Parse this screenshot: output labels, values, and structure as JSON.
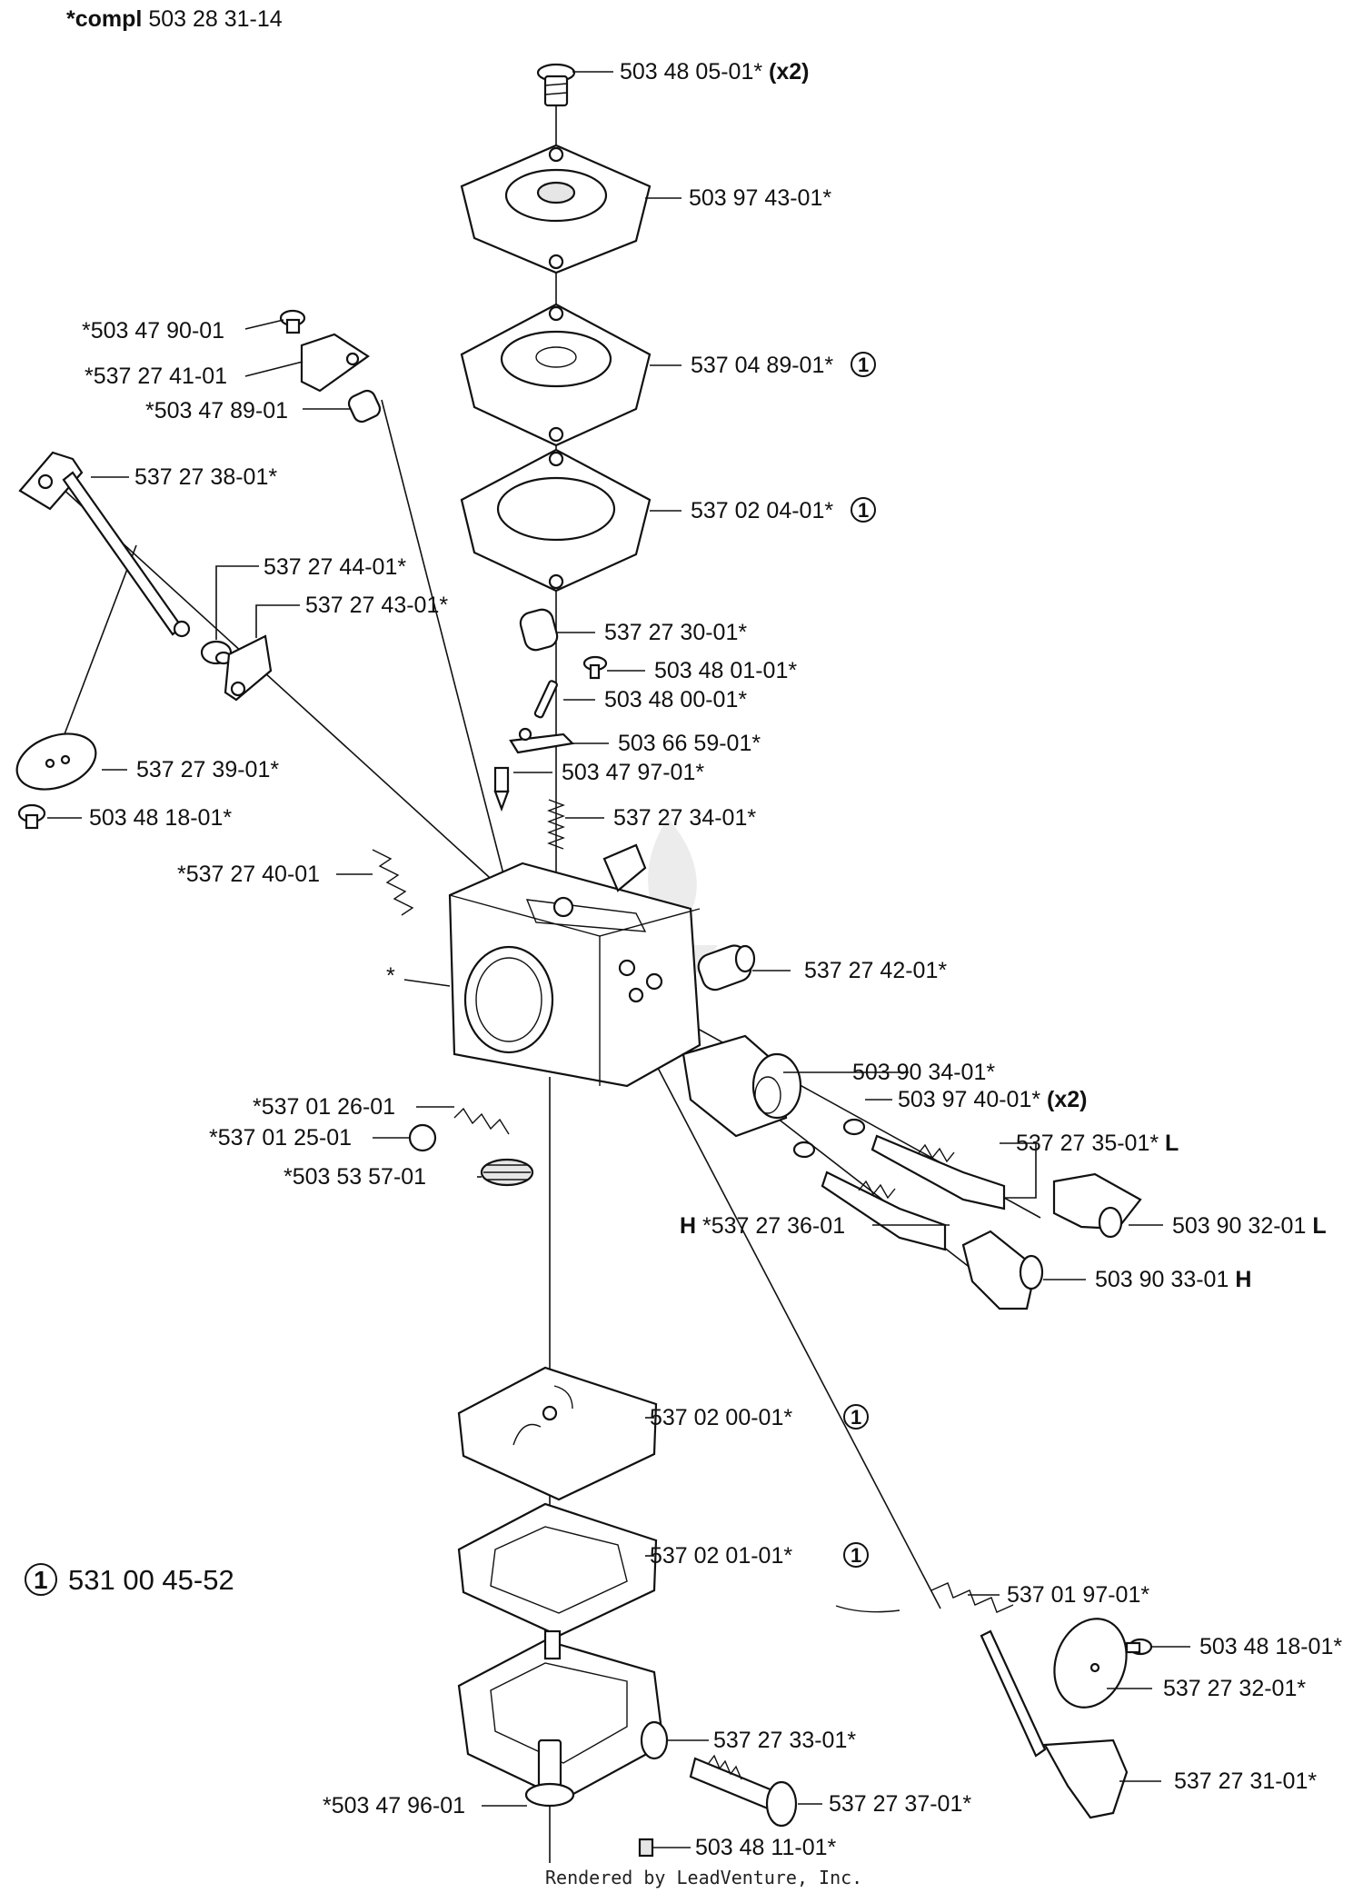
{
  "header": {
    "compl_prefix": "*compl",
    "compl_number": "503 28 31-14"
  },
  "footer": {
    "rendered_by": "Rendered by LeadVenture, Inc."
  },
  "legend": {
    "marker": "1",
    "kit_number": "531 00 45-52"
  },
  "labels": {
    "l01": "503 48 05-01*",
    "l01s": "(x2)",
    "l02": "503 97 43-01*",
    "l03": "*503 47 90-01",
    "l04": "*537 27 41-01",
    "l05": "537 04 89-01*",
    "l06": "*503 47 89-01",
    "l07": "537 27 38-01*",
    "l08": "537 02 04-01*",
    "l09": "537 27 44-01*",
    "l10": "537 27 43-01*",
    "l11": "537 27 30-01*",
    "l12": "503 48 01-01*",
    "l13": "503 48 00-01*",
    "l14": "503 66 59-01*",
    "l15": "537 27 39-01*",
    "l16": "503 47 97-01*",
    "l17": "503 48 18-01*",
    "l18": "537 27 34-01*",
    "l19": "*537 27 40-01",
    "l20": "537 27 42-01*",
    "l21": "*",
    "l22": "503 90 34-01*",
    "l23": "503 97 40-01*",
    "l23s": "(x2)",
    "l24": "*537 01 26-01",
    "l25": "*537 01 25-01",
    "l26": "537 27 35-01*",
    "l26s": "L",
    "l27": "*503 53 57-01",
    "l28": "503 90 32-01",
    "l28s": "L",
    "l29p": "H",
    "l29": "*537 27 36-01",
    "l30": "503 90 33-01",
    "l30s": "H",
    "l31": "537 02 00-01*",
    "l32": "537 02 01-01*",
    "l33": "537 01 97-01*",
    "l34": "503 48 18-01*",
    "l35": "537 27 32-01*",
    "l36": "537 27 33-01*",
    "l37": "537 27 31-01*",
    "l38": "537 27 37-01*",
    "l39": "*503 47 96-01",
    "l40": "503 48 11-01*"
  }
}
